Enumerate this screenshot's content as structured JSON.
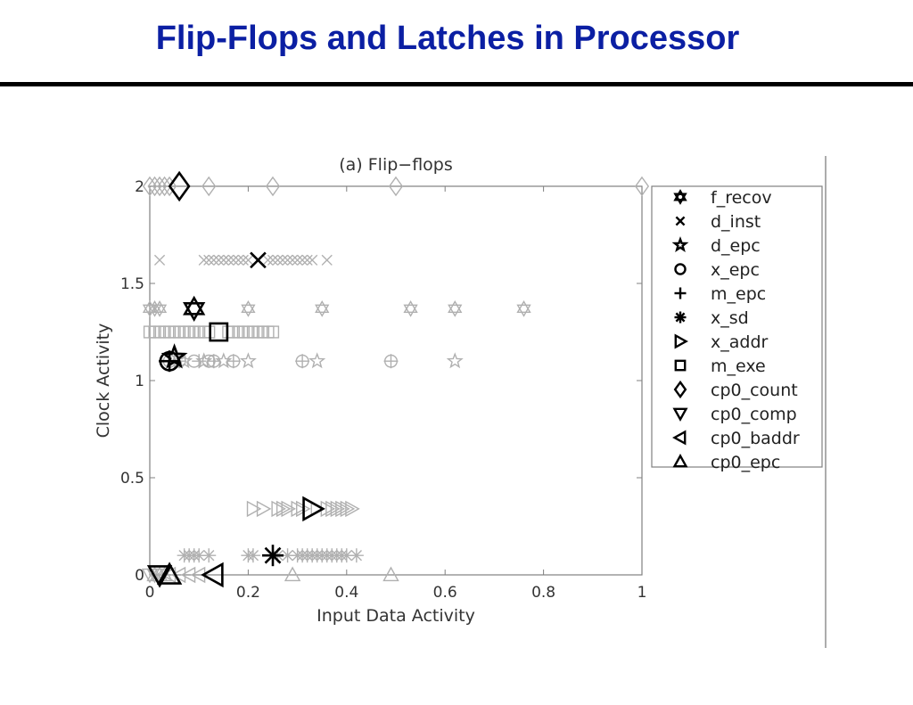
{
  "slide": {
    "title": "Flip-Flops and Latches in Processor",
    "title_color": "#0b1fa3",
    "rule_color": "#000000"
  },
  "chart_data": {
    "type": "scatter",
    "title": "(a) Flip−flops",
    "xlabel": "Input Data Activity",
    "ylabel": "Clock Activity",
    "xlim": [
      0,
      1
    ],
    "ylim": [
      0,
      2
    ],
    "xticks": [
      0,
      0.2,
      0.4,
      0.6,
      0.8,
      1
    ],
    "xtick_labels": [
      "0",
      "0.2",
      "0.4",
      "0.6",
      "0.8",
      "1"
    ],
    "yticks": [
      0,
      0.5,
      1,
      1.5,
      2
    ],
    "ytick_labels": [
      "0",
      "0.5",
      "1",
      "1.5",
      "2"
    ],
    "grid": false,
    "legend_position": "outside-right",
    "colors": {
      "highlight": "#000000",
      "background_points": "#b0b0b0",
      "axes": "#808080",
      "legend_border": "#808080"
    },
    "series": [
      {
        "name": "f_recov",
        "marker": "hexagram",
        "points": [
          [
            0,
            1.37
          ],
          [
            0.01,
            1.37
          ],
          [
            0.02,
            1.37
          ],
          [
            0.2,
            1.37
          ],
          [
            0.35,
            1.37
          ],
          [
            0.53,
            1.37
          ],
          [
            0.62,
            1.37
          ],
          [
            0.76,
            1.37
          ]
        ],
        "highlight": [
          0.09,
          1.37
        ]
      },
      {
        "name": "d_inst",
        "marker": "x",
        "points": [
          [
            0.02,
            1.62
          ],
          [
            0.11,
            1.62
          ],
          [
            0.12,
            1.62
          ],
          [
            0.13,
            1.62
          ],
          [
            0.14,
            1.62
          ],
          [
            0.15,
            1.62
          ],
          [
            0.16,
            1.62
          ],
          [
            0.17,
            1.62
          ],
          [
            0.18,
            1.62
          ],
          [
            0.19,
            1.62
          ],
          [
            0.2,
            1.62
          ],
          [
            0.24,
            1.62
          ],
          [
            0.25,
            1.62
          ],
          [
            0.26,
            1.62
          ],
          [
            0.27,
            1.62
          ],
          [
            0.28,
            1.62
          ],
          [
            0.29,
            1.62
          ],
          [
            0.3,
            1.62
          ],
          [
            0.31,
            1.62
          ],
          [
            0.32,
            1.62
          ],
          [
            0.33,
            1.62
          ],
          [
            0.36,
            1.62
          ]
        ],
        "highlight": [
          0.22,
          1.62
        ]
      },
      {
        "name": "d_epc",
        "marker": "pentagram",
        "points": [
          [
            0.05,
            1.12
          ],
          [
            0.07,
            1.1
          ],
          [
            0.11,
            1.1
          ],
          [
            0.15,
            1.1
          ],
          [
            0.2,
            1.1
          ],
          [
            0.34,
            1.1
          ],
          [
            0.62,
            1.1
          ]
        ],
        "highlight": [
          0.05,
          1.12
        ]
      },
      {
        "name": "x_epc",
        "marker": "circle",
        "points": [
          [
            0.04,
            1.1
          ],
          [
            0.06,
            1.1
          ],
          [
            0.09,
            1.1
          ],
          [
            0.12,
            1.1
          ],
          [
            0.13,
            1.1
          ],
          [
            0.17,
            1.1
          ],
          [
            0.31,
            1.1
          ],
          [
            0.49,
            1.1
          ]
        ],
        "highlight": [
          0.04,
          1.1
        ]
      },
      {
        "name": "m_epc",
        "marker": "plus",
        "points": [
          [
            0.05,
            1.1
          ],
          [
            0.06,
            1.1
          ],
          [
            0.1,
            1.1
          ],
          [
            0.13,
            1.1
          ],
          [
            0.17,
            1.1
          ],
          [
            0.31,
            1.1
          ],
          [
            0.49,
            1.1
          ]
        ],
        "highlight": [
          0.04,
          1.1
        ]
      },
      {
        "name": "x_sd",
        "marker": "asterisk",
        "points": [
          [
            0.07,
            0.1
          ],
          [
            0.08,
            0.1
          ],
          [
            0.09,
            0.1
          ],
          [
            0.1,
            0.1
          ],
          [
            0.12,
            0.1
          ],
          [
            0.2,
            0.1
          ],
          [
            0.21,
            0.1
          ],
          [
            0.26,
            0.1
          ],
          [
            0.28,
            0.1
          ],
          [
            0.3,
            0.1
          ],
          [
            0.31,
            0.1
          ],
          [
            0.32,
            0.1
          ],
          [
            0.33,
            0.1
          ],
          [
            0.34,
            0.1
          ],
          [
            0.35,
            0.1
          ],
          [
            0.36,
            0.1
          ],
          [
            0.37,
            0.1
          ],
          [
            0.38,
            0.1
          ],
          [
            0.39,
            0.1
          ],
          [
            0.4,
            0.1
          ],
          [
            0.42,
            0.1
          ]
        ],
        "highlight": [
          0.25,
          0.1
        ]
      },
      {
        "name": "x_addr",
        "marker": "triangle-right",
        "points": [
          [
            0.21,
            0.34
          ],
          [
            0.23,
            0.34
          ],
          [
            0.26,
            0.34
          ],
          [
            0.27,
            0.34
          ],
          [
            0.28,
            0.34
          ],
          [
            0.3,
            0.34
          ],
          [
            0.31,
            0.34
          ],
          [
            0.34,
            0.34
          ],
          [
            0.36,
            0.34
          ],
          [
            0.37,
            0.34
          ],
          [
            0.38,
            0.34
          ],
          [
            0.39,
            0.34
          ],
          [
            0.4,
            0.34
          ],
          [
            0.41,
            0.34
          ]
        ],
        "highlight": [
          0.33,
          0.34
        ]
      },
      {
        "name": "m_exe",
        "marker": "square",
        "points": [
          [
            0,
            1.25
          ],
          [
            0.01,
            1.25
          ],
          [
            0.02,
            1.25
          ],
          [
            0.03,
            1.25
          ],
          [
            0.04,
            1.25
          ],
          [
            0.05,
            1.25
          ],
          [
            0.06,
            1.25
          ],
          [
            0.07,
            1.25
          ],
          [
            0.08,
            1.25
          ],
          [
            0.09,
            1.25
          ],
          [
            0.1,
            1.25
          ],
          [
            0.11,
            1.25
          ],
          [
            0.12,
            1.25
          ],
          [
            0.16,
            1.25
          ],
          [
            0.17,
            1.25
          ],
          [
            0.18,
            1.25
          ],
          [
            0.19,
            1.25
          ],
          [
            0.2,
            1.25
          ],
          [
            0.21,
            1.25
          ],
          [
            0.22,
            1.25
          ],
          [
            0.23,
            1.25
          ],
          [
            0.24,
            1.25
          ],
          [
            0.25,
            1.25
          ]
        ],
        "highlight": [
          0.14,
          1.25
        ]
      },
      {
        "name": "cp0_count",
        "marker": "diamond",
        "points": [
          [
            0,
            2
          ],
          [
            0.01,
            2
          ],
          [
            0.02,
            2
          ],
          [
            0.03,
            2
          ],
          [
            0.04,
            2
          ],
          [
            0.12,
            2
          ],
          [
            0.25,
            2
          ],
          [
            0.5,
            2
          ],
          [
            1,
            2
          ]
        ],
        "highlight": [
          0.06,
          2
        ]
      },
      {
        "name": "cp0_comp",
        "marker": "triangle-down",
        "points": [
          [
            0.0,
            0.0
          ],
          [
            0.01,
            0.0
          ],
          [
            0.02,
            0.0
          ]
        ],
        "highlight": [
          0.02,
          0
        ]
      },
      {
        "name": "cp0_baddr",
        "marker": "triangle-left",
        "points": [
          [
            0.04,
            0.0
          ],
          [
            0.06,
            0.0
          ],
          [
            0.08,
            0.0
          ],
          [
            0.1,
            0.0
          ]
        ],
        "highlight": [
          0.13,
          0
        ]
      },
      {
        "name": "cp0_epc",
        "marker": "triangle-up",
        "points": [
          [
            0.01,
            0.0
          ],
          [
            0.02,
            0.0
          ],
          [
            0.03,
            0.0
          ],
          [
            0.29,
            0.0
          ],
          [
            0.49,
            0.0
          ]
        ],
        "highlight": [
          0.04,
          0
        ]
      }
    ]
  }
}
